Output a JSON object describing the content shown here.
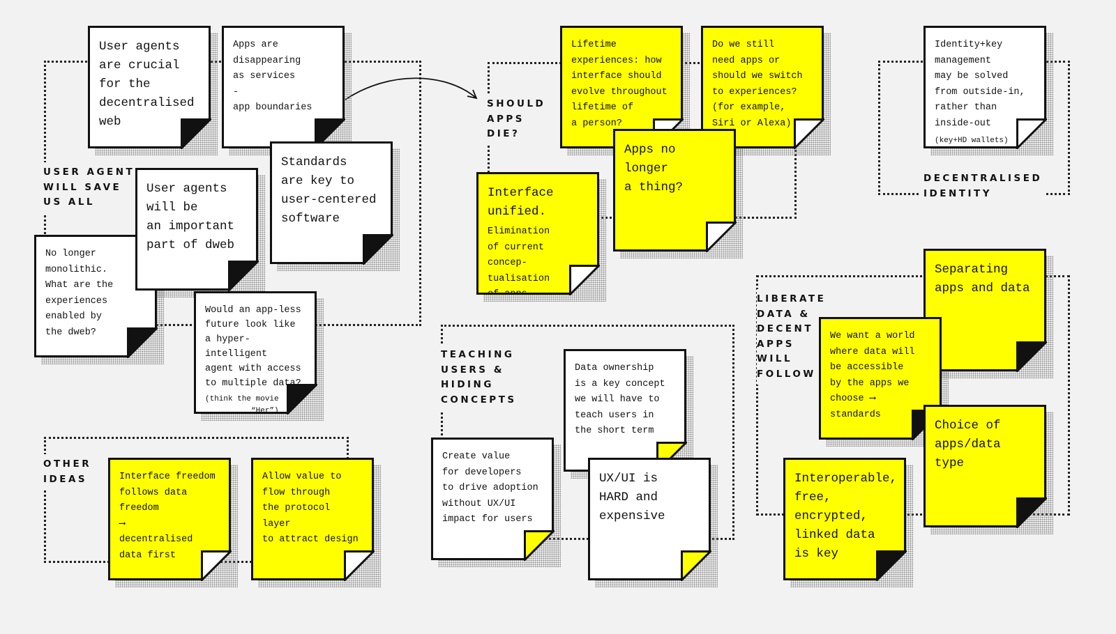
{
  "groups": {
    "user_agent": "USER AGENT\nWILL SAVE\nUS ALL",
    "should_apps_die": "SHOULD\nAPPS\nDIE?",
    "decentralised_identity": "DECENTRALISED\nIDENTITY",
    "liberate_data": "LIBERATE\nDATA &\nDECENT\nAPPS\nWILL\nFOLLOW",
    "teaching_users": "TEACHING\nUSERS &\nHIDING\nCONCEPTS",
    "other_ideas": "OTHER\nIDEAS"
  },
  "notes": {
    "n1": {
      "text": "User agents\nare crucial\nfor the\ndecentralised\nweb",
      "color": "white",
      "fold": "#111111"
    },
    "n2": {
      "text": "Apps are\ndisappearing\nas services\n-\napp boundaries",
      "color": "white",
      "fold": "#111111"
    },
    "n3": {
      "text": "Standards\nare key to\nuser-centered\nsoftware",
      "color": "white",
      "fold": "#111111"
    },
    "n4": {
      "text": "User agents\nwill be\nan important\npart of dweb",
      "color": "white",
      "fold": "#111111"
    },
    "n5": {
      "text": "No longer\nmonolithic.\nWhat are the\nexperiences\nenabled by\nthe dweb?",
      "color": "white",
      "fold": "#111111"
    },
    "n6": {
      "text": "Would an app-less\nfuture look like\na hyper-intelligent\nagent with access\nto multiple data?",
      "small": "(think the movie\n          “Her”)",
      "color": "white",
      "fold": "#111111"
    },
    "n7": {
      "text": "Lifetime\nexperiences: how\ninterface should\nevolve throughout\nlifetime of\na person?",
      "color": "yellow",
      "fold": "#ffffff"
    },
    "n8": {
      "text": "Do we still\nneed apps or\nshould we switch\nto experiences?\n(for example,\nSiri or Alexa)",
      "color": "yellow",
      "fold": "#ffffff"
    },
    "n9": {
      "text": "Apps no longer\na thing?",
      "color": "yellow",
      "fold": "#ffffff"
    },
    "n10": {
      "title": "Interface\nunified.",
      "text": "Elimination\nof current concep-\ntualisation\nof apps.",
      "color": "yellow",
      "fold": "#ffffff"
    },
    "n11": {
      "text": "Identity+key\nmanagement\nmay be solved\nfrom outside-in,\nrather than\ninside-out",
      "small": "(key+HD wallets)",
      "color": "white",
      "fold": "#ffffff"
    },
    "n12": {
      "text": "Separating\napps and data",
      "color": "yellow",
      "fold": "#111111"
    },
    "n13": {
      "text": "We want a world\nwhere data will\nbe accessible\nby the apps we\nchoose  ⟶\nstandards",
      "color": "yellow",
      "fold": "#111111"
    },
    "n14": {
      "text": "Choice of\napps/data\ntype",
      "color": "yellow",
      "fold": "#111111"
    },
    "n15": {
      "text": "Interoperable,\nfree,\nencrypted,\nlinked data\nis key",
      "color": "yellow",
      "fold": "#111111"
    },
    "n16": {
      "text": "Data ownership\nis a key concept\nwe will have to\nteach users in\nthe short term",
      "color": "white",
      "fold": "#ffff00"
    },
    "n17": {
      "text": "Create value\nfor developers\nto drive adoption\nwithout UX/UI\nimpact for users",
      "color": "white",
      "fold": "#ffff00"
    },
    "n18": {
      "text": "UX/UI is\nHARD and\nexpensive",
      "color": "white",
      "fold": "#ffff00"
    },
    "n19": {
      "text": "Interface freedom\nfollows data\nfreedom\n⟶\ndecentralised\ndata first",
      "color": "yellow",
      "fold": "#ffffff"
    },
    "n20": {
      "text": "Allow value to\nflow through\nthe protocol layer\nto attract design",
      "color": "yellow",
      "fold": "#ffffff"
    }
  }
}
